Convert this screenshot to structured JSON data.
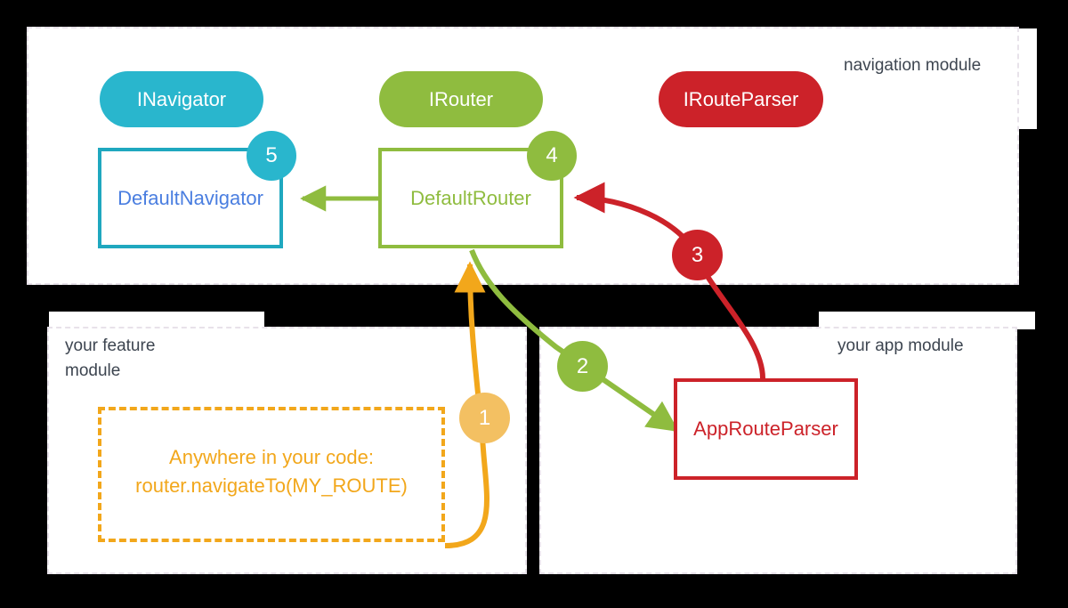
{
  "modules": {
    "navigation": {
      "label": "navigation module"
    },
    "feature": {
      "label": "your feature\nmodule"
    },
    "app": {
      "label": "your app module"
    }
  },
  "interfaces": [
    {
      "name": "INavigator",
      "color": "#29b6cd"
    },
    {
      "name": "IRouter",
      "color": "#8fbc3f"
    },
    {
      "name": "IRouteParser",
      "color": "#cc2229"
    }
  ],
  "implementations": [
    {
      "name": "DefaultNavigator",
      "border": "#1fa8bf",
      "text": "#4a7ee0"
    },
    {
      "name": "DefaultRouter",
      "border": "#8fbc3f",
      "text": "#8fbc3f"
    },
    {
      "name": "AppRouteParser",
      "border": "#cc2229",
      "text": "#cc2229"
    }
  ],
  "code_snippet": {
    "text": "Anywhere in your code:\nrouter.navigateTo(MY_ROUTE)",
    "color": "#f2a71b"
  },
  "steps": [
    {
      "number": "1",
      "color": "#f3c062"
    },
    {
      "number": "2",
      "color": "#8fbc3f"
    },
    {
      "number": "3",
      "color": "#cc2229"
    },
    {
      "number": "4",
      "color": "#8fbc3f"
    },
    {
      "number": "5",
      "color": "#29b6cd"
    }
  ],
  "palette": {
    "background": "#000000",
    "surface": "#ffffff",
    "module_border": "#e8e2ea",
    "cyan": "#29b6cd",
    "green": "#8fbc3f",
    "red": "#cc2229",
    "orange": "#f2a71b",
    "label_text": "#3d4550"
  }
}
